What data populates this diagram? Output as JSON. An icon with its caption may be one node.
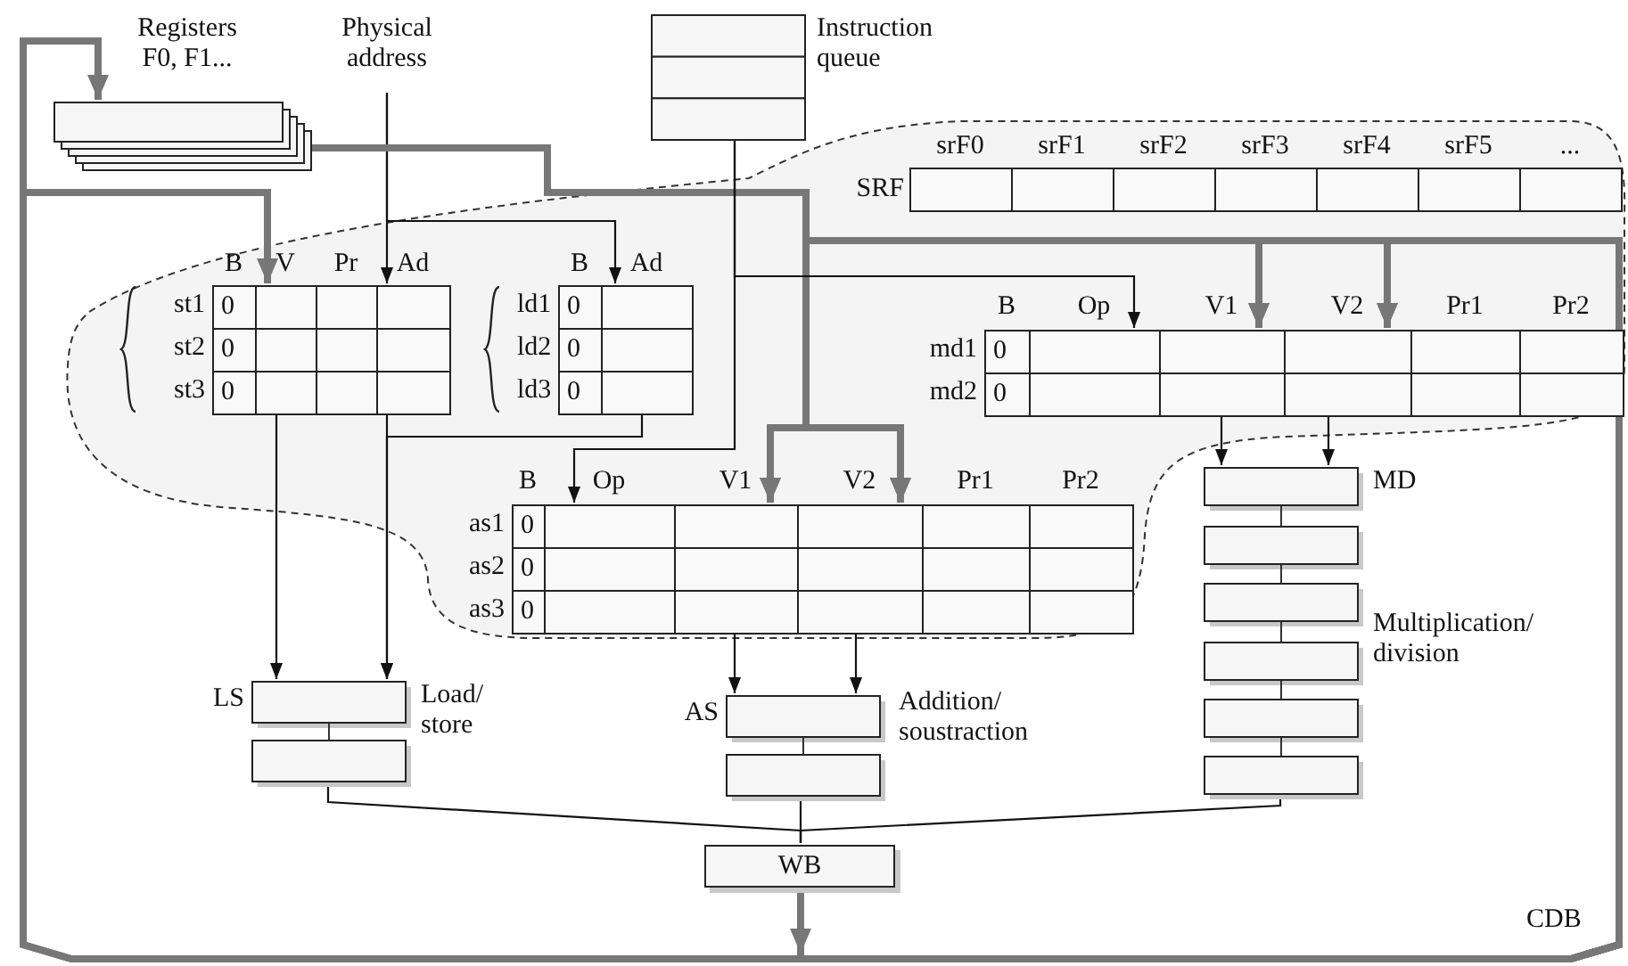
{
  "diagram": {
    "nodes": [
      {
        "text": [
          "Registers F0, F1..."
        ]
      },
      {
        "text": [
          "Physical address"
        ]
      },
      {
        "text": [
          "Instruction queue"
        ]
      },
      {
        "text": [],
        "shape": "cloud"
      },
      {
        "text": [
          "SRF",
          "srF0",
          "srF1",
          "srF2",
          "srF3",
          "srF4",
          "srF5",
          "..."
        ],
        "in": 3
      },
      {
        "text": [
          "B",
          "V",
          "Pr",
          "Ad",
          "st1",
          "0",
          "st2",
          "0",
          "st3",
          "0"
        ],
        "in": 3
      },
      {
        "text": [
          "B",
          "Ad",
          "ld1",
          "0",
          "ld2",
          "0",
          "ld3",
          "0"
        ],
        "in": 3
      },
      {
        "text": [
          "B",
          "Op",
          "V1",
          "V2",
          "Pr1",
          "Pr2",
          "md1",
          "0",
          "md2",
          "0"
        ],
        "in": 3
      },
      {
        "text": [
          "B",
          "Op",
          "V1",
          "V2",
          "Pr1",
          "Pr2",
          "as1",
          "0",
          "as2",
          "0",
          "as3",
          "0"
        ],
        "in": 3
      },
      {
        "text": [
          "LS"
        ],
        "beside": [
          "Load/ store"
        ]
      },
      {
        "text": [
          "AS"
        ],
        "beside": [
          "Addition/ soustraction"
        ]
      },
      {
        "text": [
          "MD"
        ],
        "beside": [
          "Multiplication/ division"
        ]
      },
      {
        "text": [
          "WB"
        ]
      }
    ],
    "edges": [
      {
        "from": 12,
        "to": 0,
        "arrow": "to",
        "style": "thick",
        "color": "#777777"
      },
      {
        "from": 12,
        "to": 5,
        "arrow": "to",
        "style": "thick",
        "color": "#777777"
      },
      {
        "from": 1,
        "to": 5,
        "arrow": "to"
      },
      {
        "from": 1,
        "to": 6,
        "arrow": "to"
      },
      {
        "from": 0,
        "to": 8,
        "arrow": "to",
        "style": "thick",
        "color": "#777777"
      },
      {
        "from": 0,
        "to": 8,
        "arrow": "to",
        "style": "thick",
        "color": "#777777"
      },
      {
        "from": 0,
        "to": 7,
        "arrow": "to",
        "style": "thick",
        "color": "#777777"
      },
      {
        "from": 0,
        "to": 7,
        "arrow": "to",
        "style": "thick",
        "color": "#777777"
      },
      {
        "from": 12,
        "to": 8,
        "arrow": "to",
        "style": "thick",
        "color": "#777777"
      },
      {
        "from": 12,
        "to": 8,
        "arrow": "to",
        "style": "thick",
        "color": "#777777"
      },
      {
        "from": 12,
        "to": 7,
        "arrow": "to",
        "style": "thick",
        "color": "#777777"
      },
      {
        "from": 12,
        "to": 7,
        "arrow": "to",
        "style": "thick",
        "color": "#777777"
      },
      {
        "from": 2,
        "to": 8,
        "arrow": "to"
      },
      {
        "from": 2,
        "to": 7,
        "arrow": "to"
      },
      {
        "from": 5,
        "to": 9,
        "arrow": "to"
      },
      {
        "from": 5,
        "to": 9,
        "arrow": "to"
      },
      {
        "from": 6,
        "to": 9,
        "arrow": "to"
      },
      {
        "from": 8,
        "to": 10,
        "arrow": "to"
      },
      {
        "from": 8,
        "to": 10,
        "arrow": "to"
      },
      {
        "from": 7,
        "to": 11,
        "arrow": "to"
      },
      {
        "from": 7,
        "to": 11,
        "arrow": "to"
      },
      {
        "from": 9,
        "to": 12,
        "arrow": "none"
      },
      {
        "from": 10,
        "to": 12,
        "arrow": "none"
      },
      {
        "from": 11,
        "to": 12,
        "arrow": "none"
      }
    ],
    "labels": [
      "CDB"
    ]
  }
}
